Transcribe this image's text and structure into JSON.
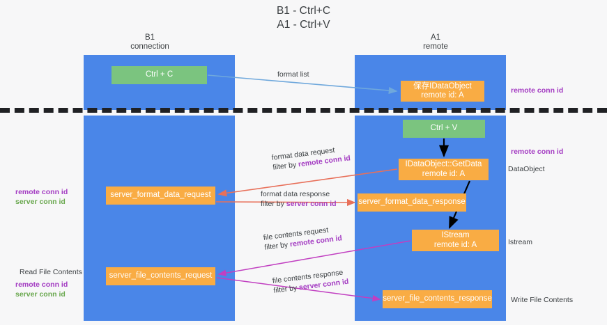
{
  "title": "B1 - Ctrl+C\nA1 - Ctrl+V",
  "columns": {
    "left": "B1\nconnection",
    "right": "A1\nremote"
  },
  "nodes": {
    "ctrl_c": "Ctrl + C",
    "save_dataobject": "保存IDataObject\nremote id: A",
    "ctrl_v": "Ctrl + V",
    "get_data": "IDataObject::GetData\nremote id: A",
    "server_format_data_request": "server_format_data_request",
    "server_format_data_response": "server_format_data_response",
    "istream": "IStream\nremote id: A",
    "server_file_contents_request": "server_file_contents_request",
    "server_file_contents_response": "server_file_contents_response"
  },
  "edge_labels": {
    "format_list": "format list",
    "format_data_request": "format data request",
    "format_data_request_filter_prefix": "filter by ",
    "format_data_request_filter_key": "remote conn id",
    "format_data_response": "format data response",
    "format_data_response_filter_prefix": "filter by ",
    "format_data_response_filter_key": "server conn id",
    "file_contents_request": "file contents request",
    "file_contents_request_filter_prefix": "filter by ",
    "file_contents_request_filter_key": "remote conn id",
    "file_contents_response": "file contents response",
    "file_contents_response_filter_prefix": "filter by ",
    "file_contents_response_filter_key": "server conn id"
  },
  "right_notes": {
    "remote_conn_id_top": "remote conn id",
    "remote_conn_id_mid": "remote conn id",
    "dataobject": "DataObject",
    "istream": "Istream",
    "write_file_contents": "Write File Contents"
  },
  "left_notes": {
    "remote_conn_id_a": "remote conn id",
    "server_conn_id_a": "server conn id",
    "read_file_contents": "Read File Contents",
    "remote_conn_id_b": "remote conn id",
    "server_conn_id_b": "server conn id"
  },
  "colors": {
    "lane_blue": "#4a86e8",
    "node_green": "#7bc47f",
    "node_orange": "#f9ac44",
    "accent_purple": "#a33bc2",
    "accent_green": "#6aa84f",
    "arrow_red": "#e8705a",
    "arrow_magenta": "#c13fc1",
    "arrow_blue": "#6fa8dc",
    "arrow_black": "#000000",
    "background": "#f7f7f8"
  }
}
